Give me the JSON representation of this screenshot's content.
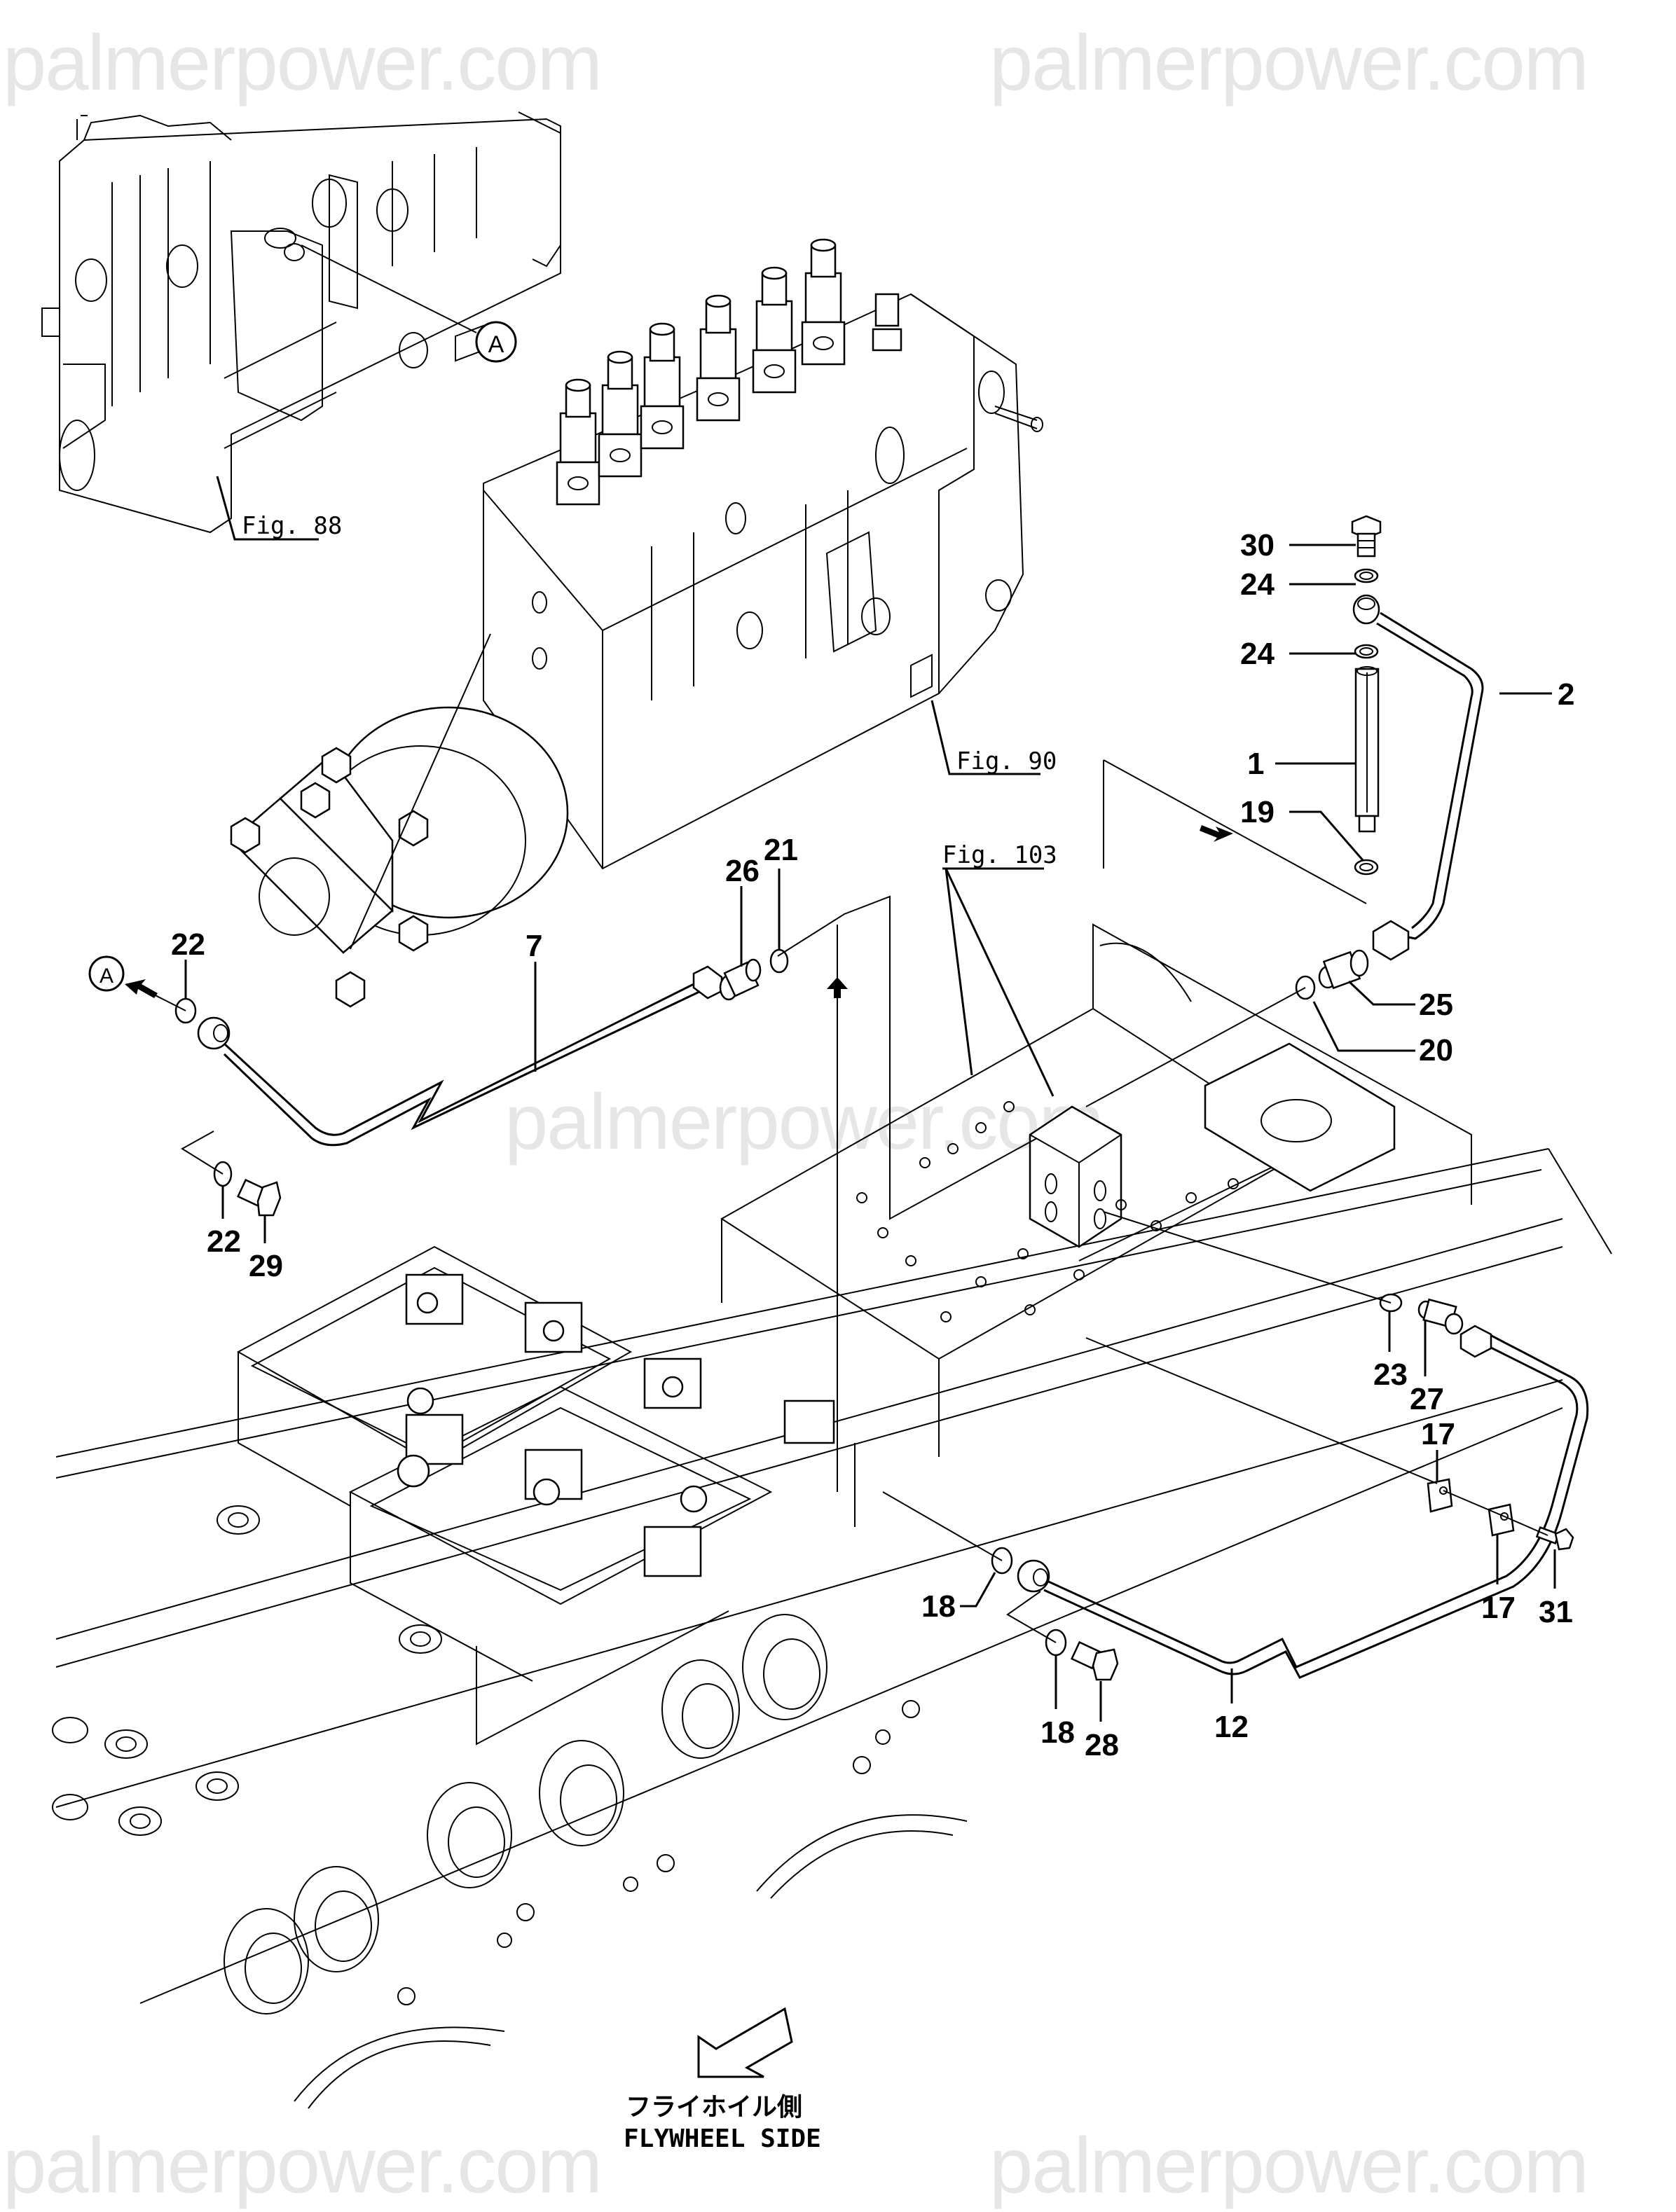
{
  "watermark": {
    "text": "palmerpower.com",
    "color": "#e6e6e6"
  },
  "figure_refs": [
    {
      "id": "fig88",
      "label": "Fig. 88"
    },
    {
      "id": "fig90",
      "label": "Fig. 90"
    },
    {
      "id": "fig103",
      "label": "Fig. 103"
    }
  ],
  "view_markers": [
    {
      "id": "a-top",
      "label": "A"
    },
    {
      "id": "a-left",
      "label": "A"
    }
  ],
  "callouts": [
    {
      "id": "c30",
      "label": "30",
      "part": "bolt"
    },
    {
      "id": "c24a",
      "label": "24",
      "part": "gasket"
    },
    {
      "id": "c24b",
      "label": "24",
      "part": "gasket"
    },
    {
      "id": "c2",
      "label": "2",
      "part": "pipe"
    },
    {
      "id": "c1",
      "label": "1",
      "part": "hex-pipe"
    },
    {
      "id": "c19",
      "label": "19",
      "part": "gasket"
    },
    {
      "id": "c25",
      "label": "25",
      "part": "union"
    },
    {
      "id": "c20",
      "label": "20",
      "part": "gasket"
    },
    {
      "id": "c26",
      "label": "26",
      "part": "union"
    },
    {
      "id": "c21",
      "label": "21",
      "part": "gasket"
    },
    {
      "id": "c7",
      "label": "7",
      "part": "pipe"
    },
    {
      "id": "c22a",
      "label": "22",
      "part": "gasket"
    },
    {
      "id": "c22b",
      "label": "22",
      "part": "gasket"
    },
    {
      "id": "c29",
      "label": "29",
      "part": "bolt"
    },
    {
      "id": "c23",
      "label": "23",
      "part": "gasket"
    },
    {
      "id": "c27",
      "label": "27",
      "part": "union"
    },
    {
      "id": "c17a",
      "label": "17",
      "part": "clamp"
    },
    {
      "id": "c17b",
      "label": "17",
      "part": "clamp"
    },
    {
      "id": "c31",
      "label": "31",
      "part": "bolt"
    },
    {
      "id": "c18a",
      "label": "18",
      "part": "gasket"
    },
    {
      "id": "c18b",
      "label": "18",
      "part": "gasket"
    },
    {
      "id": "c28",
      "label": "28",
      "part": "bolt"
    },
    {
      "id": "c12",
      "label": "12",
      "part": "pipe"
    }
  ],
  "direction": {
    "label_jp": "フライホイル側",
    "label_en": "FLYWHEEL SIDE",
    "icon": "arrow-down-left-icon"
  }
}
